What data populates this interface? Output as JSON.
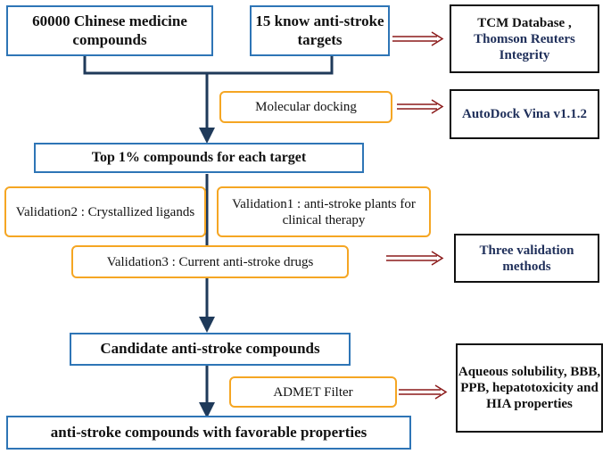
{
  "flow": {
    "source_compounds": "60000 Chinese medicine compounds",
    "targets": "15 know anti-stroke targets",
    "top_compounds": "Top 1% compounds for each target",
    "candidates": "Candidate anti-stroke compounds",
    "final": "anti-stroke compounds with favorable properties"
  },
  "steps": {
    "docking": "Molecular docking",
    "validation2": "Validation2 : Crystallized ligands",
    "validation1": "Validation1 : anti-stroke plants for clinical therapy",
    "validation3": "Validation3 : Current anti-stroke drugs",
    "admet": "ADMET Filter"
  },
  "notes": {
    "database_line1": "TCM Database ,",
    "database_line2": "Thomson Reuters Integrity",
    "docking_tool": "AutoDock Vina v1.1.2",
    "validation_methods": "Three validation methods",
    "properties": "Aqueous solubility, BBB, PPB, hepatotoxicity and HIA properties"
  },
  "colors": {
    "flow_border": "#2e75b6",
    "step_border": "#f5a623",
    "arrow_main": "#1f3a5a",
    "arrow_side": "#8b1a1a",
    "note_text": "#1f2f5a"
  }
}
